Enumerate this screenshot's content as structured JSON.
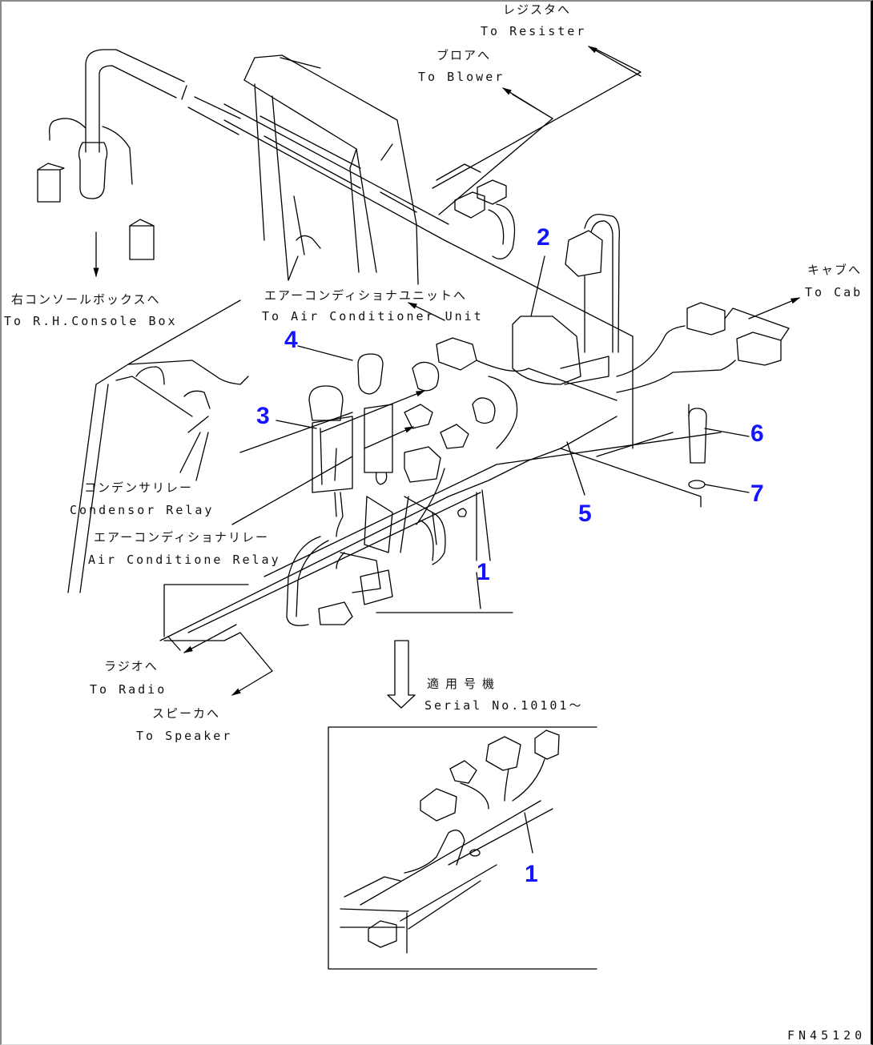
{
  "drawing_id": "FN45120",
  "destinations": {
    "resister": {
      "jp": "レジスタへ",
      "en": "To Resister"
    },
    "blower": {
      "jp": "ブロアへ",
      "en": "To Blower"
    },
    "console_box": {
      "jp": "右コンソールボックスへ",
      "en": "To R.H.Console Box"
    },
    "ac_unit": {
      "jp": "エアーコンディショナユニットへ",
      "en": "To Air Conditioner Unit"
    },
    "cab": {
      "jp": "キャブへ",
      "en": "To Cab"
    },
    "condensor_relay": {
      "jp": "コンデンサリレー",
      "en": "Condensor Relay"
    },
    "ac_relay": {
      "jp": "エアーコンディショナリレー",
      "en": "Air Conditione Relay"
    },
    "radio": {
      "jp": "ラジオへ",
      "en": "To Radio"
    },
    "speaker": {
      "jp": "スピーカへ",
      "en": "To Speaker"
    }
  },
  "serial_note": {
    "jp": "適用号機",
    "en": "Serial No.10101～"
  },
  "callouts": [
    "1",
    "2",
    "3",
    "4",
    "5",
    "6",
    "7",
    "1"
  ],
  "colors": {
    "callout": "#1414ff",
    "line": "#000000",
    "background": "#ffffff"
  }
}
